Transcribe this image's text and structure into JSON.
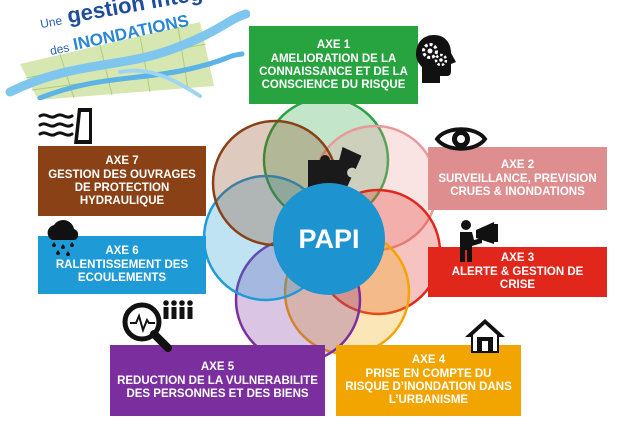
{
  "logo": {
    "line1_small": "Une",
    "line1_main": "gestion intégrée",
    "line2_small": "des",
    "line2_main": "INONDATIONS"
  },
  "center": {
    "label": "PAPI"
  },
  "axes": [
    {
      "num": "AXE 1",
      "text": "AMELIORATION DE LA CONNAISSANCE ET DE LA CONSCIENCE DU RISQUE",
      "color": "#27a33f",
      "icon": "head-gears-icon"
    },
    {
      "num": "AXE 2",
      "text": "SURVEILLANCE, PREVISION CRUES & INONDATIONS",
      "color": "#df8e8f",
      "icon": "eye-icon"
    },
    {
      "num": "AXE 3",
      "text": "ALERTE & GESTION DE CRISE",
      "color": "#e1261c",
      "icon": "megaphone-person-icon"
    },
    {
      "num": "AXE 4",
      "text": "PRISE EN COMPTE DU RISQUE D’INONDATION DANS L’URBANISME",
      "color": "#f2a500",
      "icon": "house-icon"
    },
    {
      "num": "AXE 5",
      "text": "REDUCTION DE LA VULNERABILITE DES PERSONNES ET DES BIENS",
      "color": "#7b2f9e",
      "icon": "magnifier-people-icon"
    },
    {
      "num": "AXE 6",
      "text": "RALENTISSEMENT DES ECOULEMENTS",
      "color": "#1e9ad6",
      "icon": "rain-cloud-icon"
    },
    {
      "num": "AXE 7",
      "text": "GESTION DES OUVRAGES DE PROTECTION HYDRAULIQUE",
      "color": "#8a4116",
      "icon": "dam-icon"
    }
  ]
}
